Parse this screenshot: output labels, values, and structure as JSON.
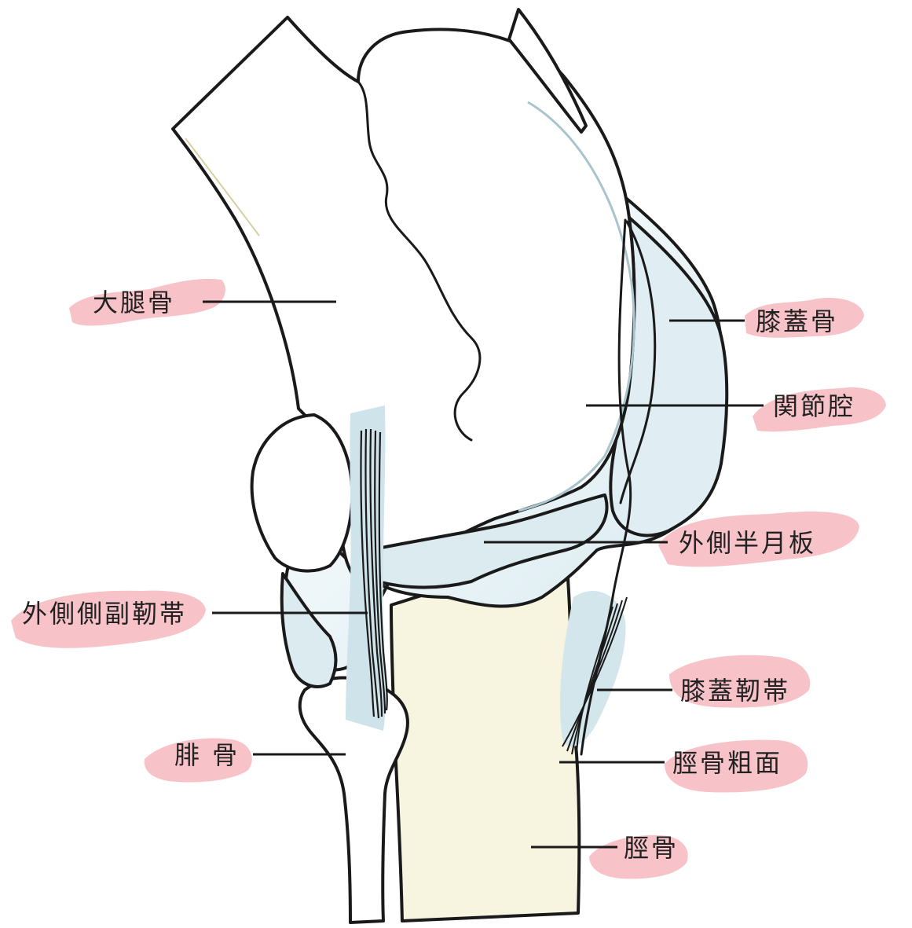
{
  "labels": {
    "femur": "大腿骨",
    "patella": "膝蓋骨",
    "joint_cavity": "関節腔",
    "lateral_meniscus": "外側半月板",
    "lateral_collateral_ligament": "外側側副靭帯",
    "patellar_ligament": "膝蓋靭帯",
    "fibula": "腓 骨",
    "tibial_tuberosity": "脛骨粗面",
    "tibia": "脛骨"
  },
  "colors": {
    "highlight": "#f6b8bf",
    "capsule_fill": "#e2f0f4",
    "tibia_fill": "#f7f4df",
    "bone_fill": "#ffffff",
    "outline": "#1a1a1a"
  }
}
